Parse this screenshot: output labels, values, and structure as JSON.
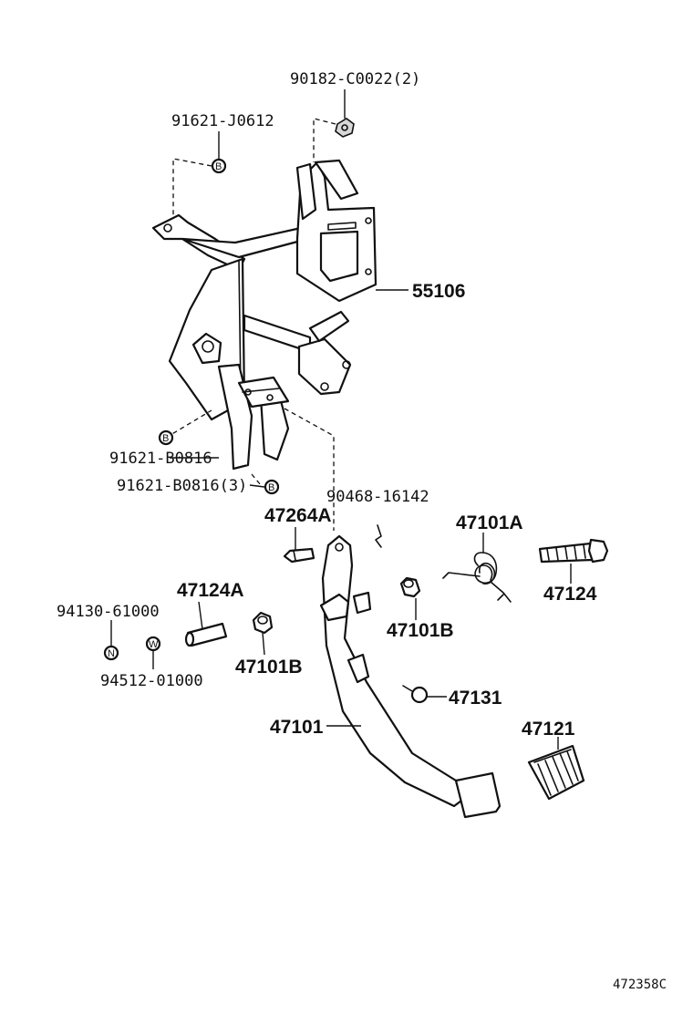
{
  "callouts": {
    "c90182": "90182-C0022(2)",
    "c91621_j": "91621-J0612",
    "c55106": "55106",
    "c91621_b1": "91621-B0816",
    "c91621_b3": "91621-B0816(3)",
    "c90468": "90468-16142",
    "c47264a": "47264A",
    "c47101a": "47101A",
    "c47124": "47124",
    "c47124a": "47124A",
    "c94130": "94130-61000",
    "c94512": "94512-01000",
    "c47101b_right": "47101B",
    "c47101b_left": "47101B",
    "c47131": "47131",
    "c47101": "47101",
    "c47121": "47121"
  },
  "badges": {
    "b_top": "B",
    "b_mid": "B",
    "b_low": "B",
    "n": "N",
    "w": "W"
  },
  "reference": "472358C"
}
